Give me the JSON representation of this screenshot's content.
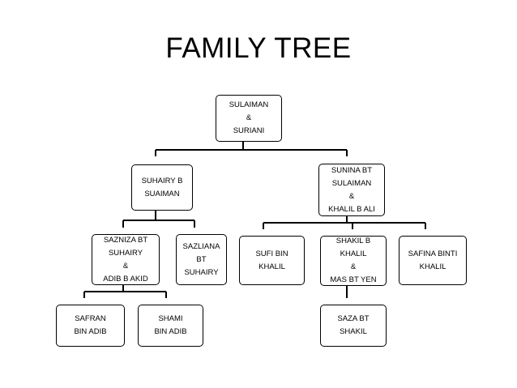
{
  "title": "FAMILY TREE",
  "nodes": {
    "sulaiman_suriani": [
      "SULAIMAN",
      "&",
      "SURIANI"
    ],
    "suhairy_suaiman": [
      "SUHAIRY B",
      "SUAIMAN"
    ],
    "sunina_khalil": [
      "SUNINA BT",
      "SULAIMAN",
      "&",
      "KHALIL B ALI"
    ],
    "sazniza_adib": [
      "SAZNIZA BT",
      "SUHAIRY",
      "&",
      "ADIB B AKID"
    ],
    "sazliana": [
      "SAZLIANA",
      "BT",
      "SUHAIRY"
    ],
    "sufi": [
      "SUFI BIN",
      "KHALIL"
    ],
    "shakil_mas": [
      "SHAKIL B",
      "KHALIL",
      "&",
      "MAS BT YEN"
    ],
    "safina": [
      "SAFINA BINTI",
      "KHALIL"
    ],
    "safran": [
      "SAFRAN",
      "BIN ADIB"
    ],
    "shami": [
      "SHAMI",
      "BIN ADIB"
    ],
    "saza": [
      "SAZA BT",
      "SHAKIL"
    ]
  }
}
